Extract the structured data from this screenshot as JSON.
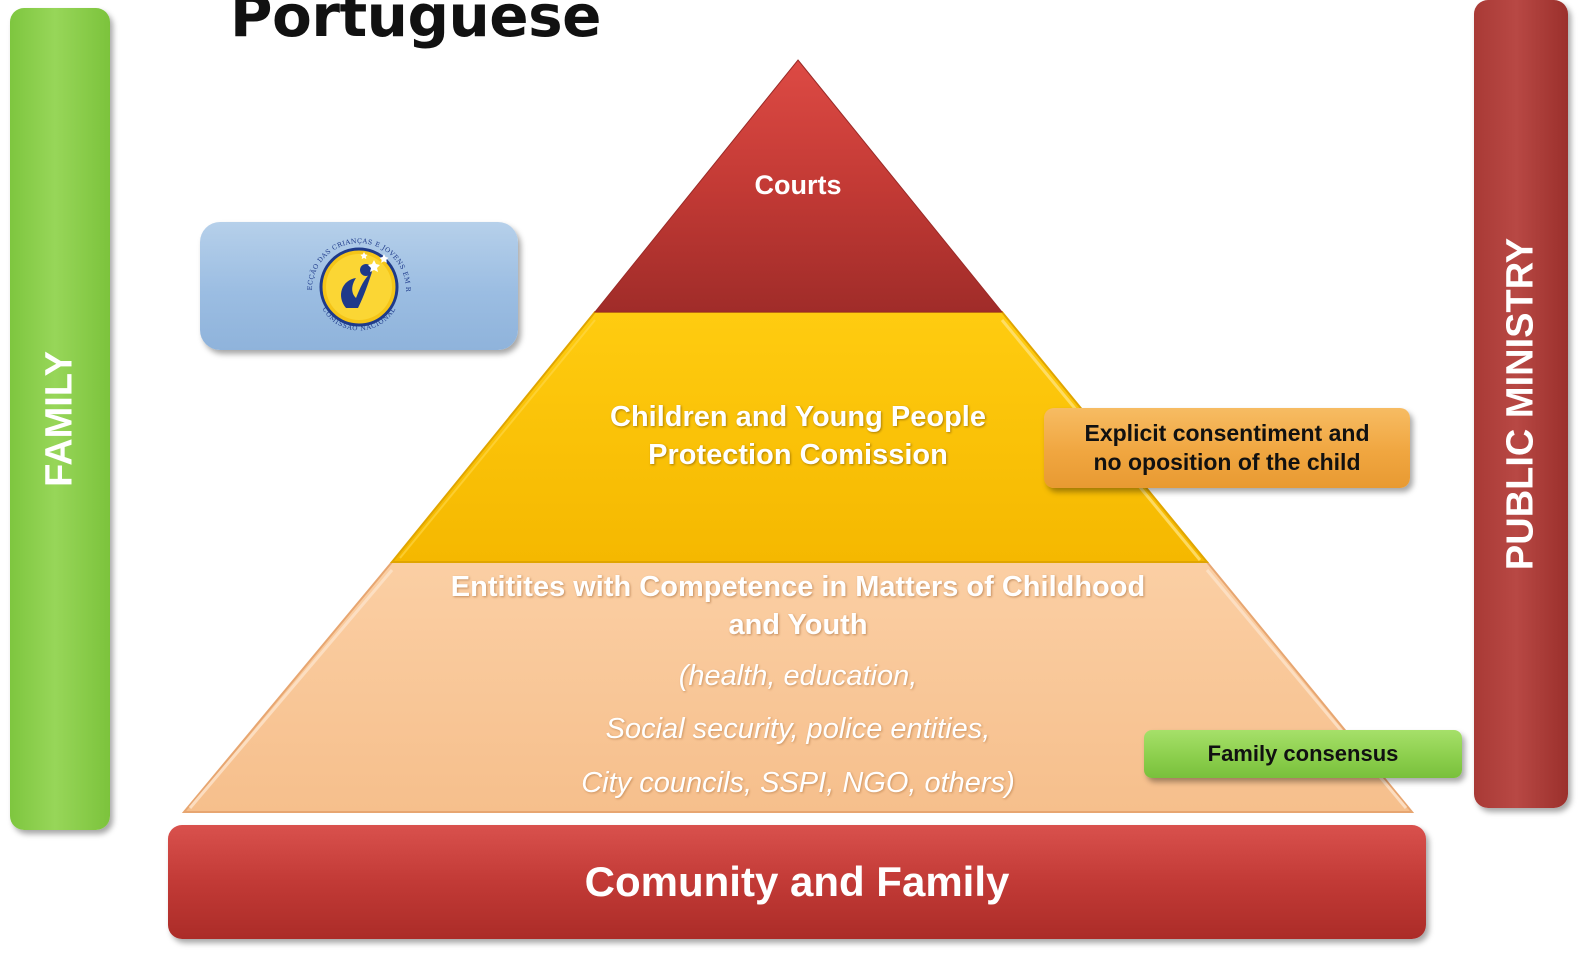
{
  "title": "Portuguese",
  "side_bars": {
    "left_label": "FAMILY",
    "right_label": "PUBLIC MINISTRY"
  },
  "pyramid": {
    "top": "Courts",
    "middle_line1": "Children and Young People",
    "middle_line2": "Protection Comission",
    "bottom_title_line1": "Entitites with Competence in Matters of Childhood",
    "bottom_title_line2": "and Youth",
    "bottom_line1": "(health, education,",
    "bottom_line2": "Social security, police entities,",
    "bottom_line3": "City councils, SSPI, NGO, others)"
  },
  "base": "Comunity and Family",
  "callouts": {
    "consent": "Explicit consentiment and\nno oposition of the child",
    "consensus": "Family consensus"
  },
  "logo": {
    "icon": "national-commission-seal-icon",
    "seal_text_top": "PROTECÇÃO DAS CRIANÇAS E JOVENS EM RISCO",
    "seal_text_bottom": "COMISSÃO NACIONAL"
  },
  "colors": {
    "courts": "#a6302c",
    "commission": "#ffc000",
    "entities": "#f9c89b",
    "family_green": "#8ccf4d",
    "ministry_red": "#a93a36"
  }
}
